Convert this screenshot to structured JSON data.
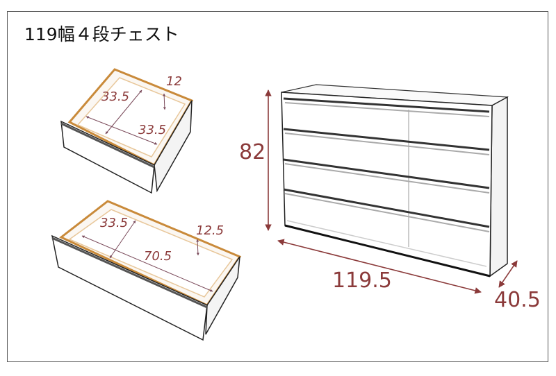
{
  "title": "119幅４段チェスト",
  "colors": {
    "dimension": "#8b3a3a",
    "outline": "#222222",
    "drawer_rim": "#c98a3a"
  },
  "small_drawer": {
    "inner_width": "33.5",
    "inner_depth": "33.5",
    "inner_height": "12"
  },
  "large_drawer": {
    "inner_width": "70.5",
    "inner_depth": "33.5",
    "inner_height": "12.5"
  },
  "chest": {
    "width": "119.5",
    "depth": "40.5",
    "height": "82"
  }
}
